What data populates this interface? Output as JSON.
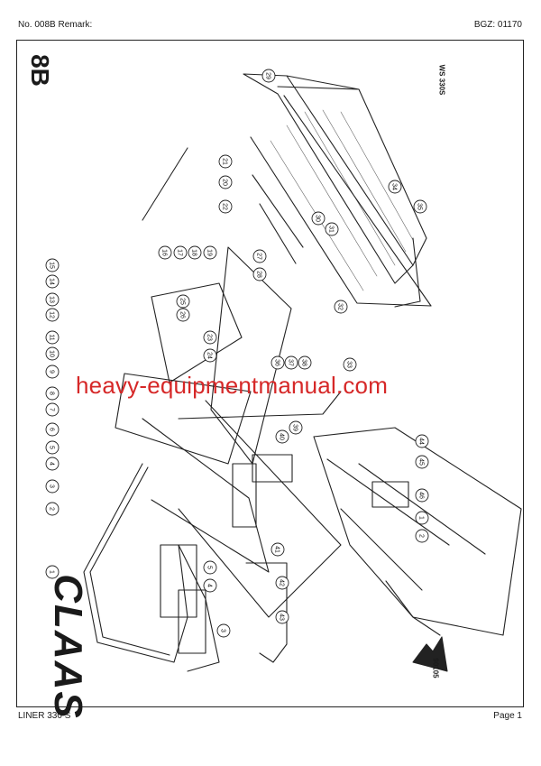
{
  "header": {
    "left": "No. 008B   Remark:",
    "right": "BGZ: 01170"
  },
  "sheet_number": "8B",
  "model_code": "WS 330S",
  "drawing_ref": "90105",
  "brand_logo": "CLAAS",
  "watermark": "heavy-equipmentmanual.com",
  "footer": {
    "left": "LINER 330 S",
    "right": "Page 1"
  },
  "callouts": [
    "1",
    "2",
    "3",
    "4",
    "5",
    "6",
    "7",
    "8",
    "9",
    "10",
    "11",
    "12",
    "13",
    "14",
    "15",
    "16",
    "17",
    "18",
    "19",
    "20",
    "21",
    "22",
    "23",
    "24",
    "25",
    "26",
    "27",
    "28",
    "29",
    "30",
    "31",
    "32",
    "33",
    "34",
    "35",
    "36",
    "37",
    "38",
    "39",
    "40",
    "41",
    "42",
    "43",
    "44",
    "45",
    "46"
  ],
  "colors": {
    "watermark": "#d62828",
    "line": "#222222"
  }
}
